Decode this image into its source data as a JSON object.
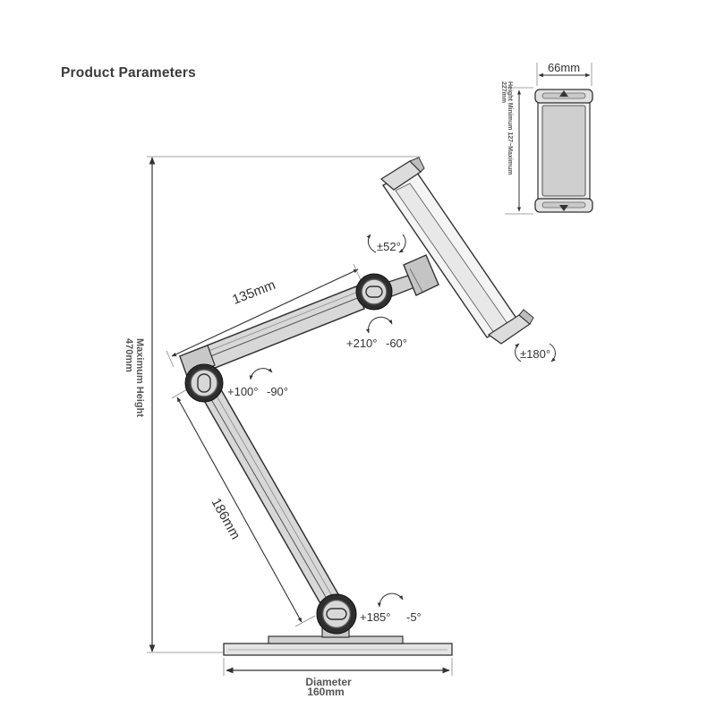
{
  "title": "Product Parameters",
  "dimensions": {
    "upper_arm": "135mm",
    "lower_arm": "186mm",
    "max_height_line1": "Maximum Height",
    "max_height_line2": "470mm",
    "diameter_line1": "Diameter",
    "diameter_line2": "160mm",
    "holder_width": "66mm",
    "holder_height_line1": "Height Minimum 127~Maximum",
    "holder_height_line2": "227mm"
  },
  "angles": {
    "head_tilt": "±52°",
    "head_rotation": "±180°",
    "top_joint_pos": "+210°",
    "top_joint_neg": "-60°",
    "elbow_pos": "+100°",
    "elbow_neg": "-90°",
    "base_pos": "+185°",
    "base_neg": "-5°"
  },
  "colors": {
    "line": "#333333",
    "arm_fill": "#d6d6d6",
    "dark": "#2a2a2a",
    "dim_line": "#444444"
  }
}
